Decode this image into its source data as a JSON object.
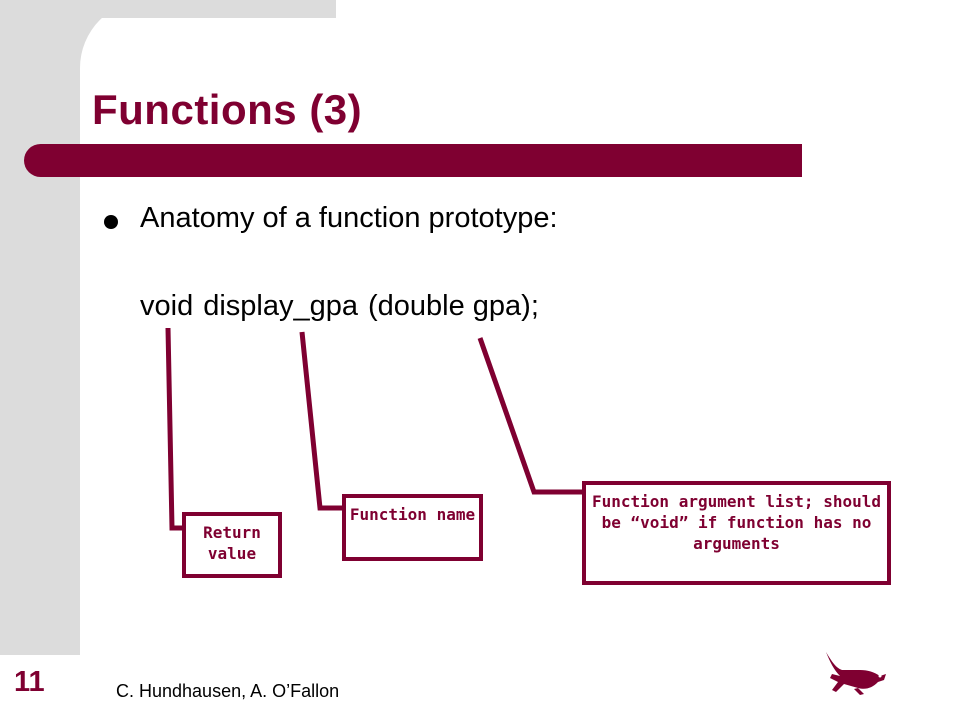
{
  "slide": {
    "title": "Functions (3)",
    "bullet": "Anatomy of a function prototype:",
    "prototype": {
      "return_type": "void",
      "function_name": "display_gpa",
      "arguments": "(double gpa);"
    }
  },
  "annotations": {
    "return_value": "Return value",
    "function_name": "Function name",
    "argument_list": "Function argument list; should be “void” if function has no arguments"
  },
  "footer": {
    "page_number": "11",
    "author": "C. Hundhausen, A. O’Fallon"
  },
  "colors": {
    "accent": "#7f0031",
    "panel_gray": "#dcdcdc",
    "text": "#000000"
  },
  "icons": {
    "logo": "cougar-logo-icon"
  }
}
